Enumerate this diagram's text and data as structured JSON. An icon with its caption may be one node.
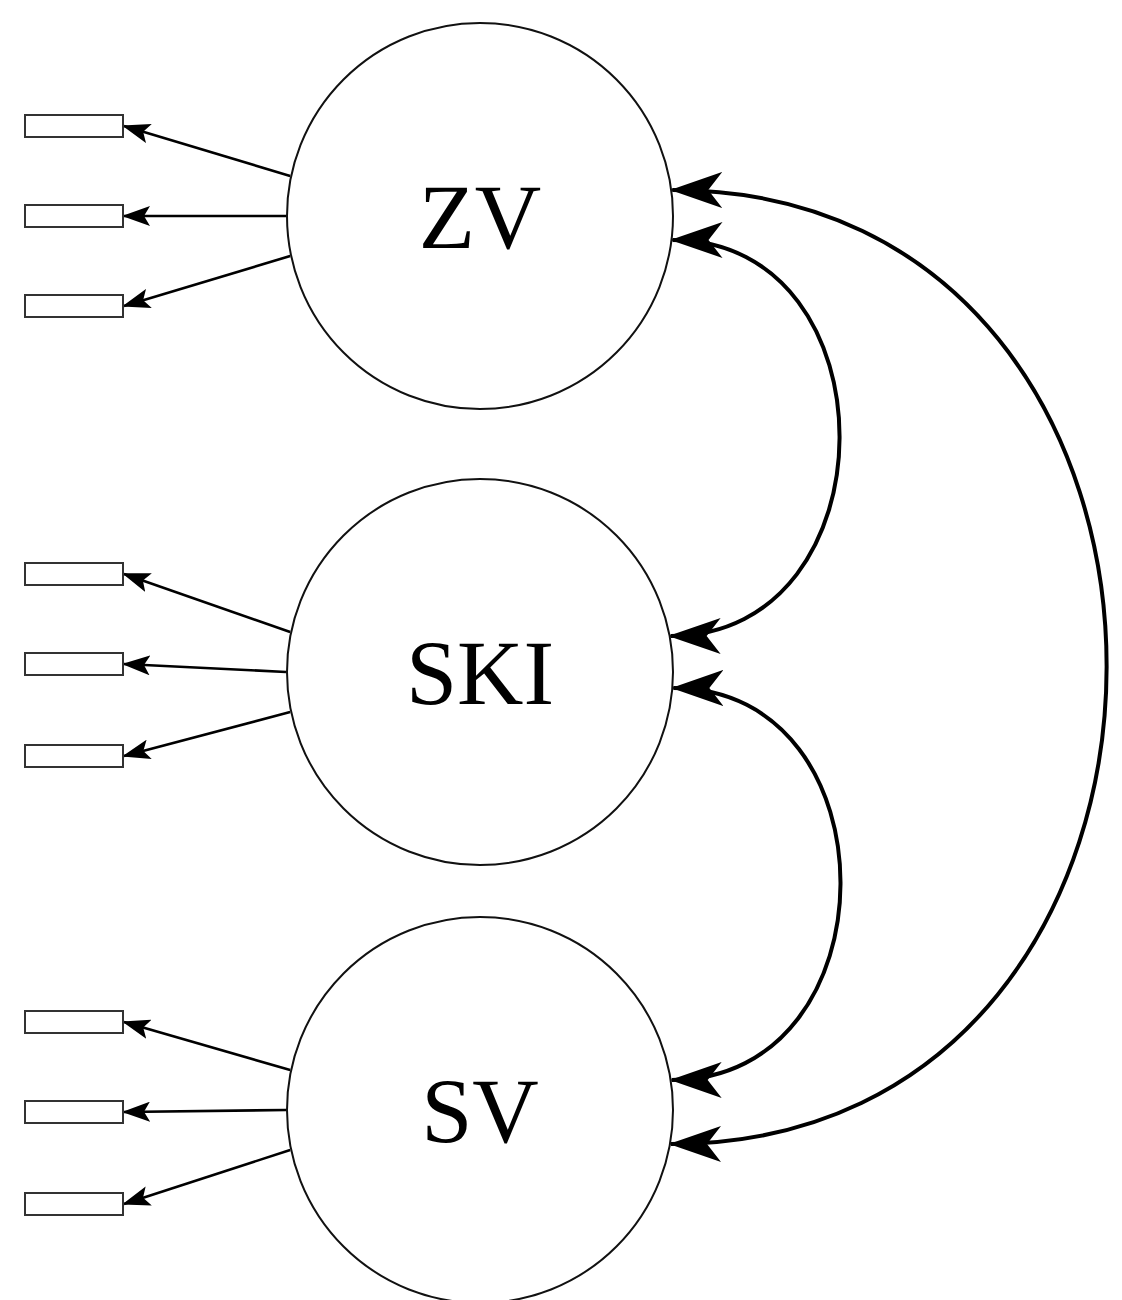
{
  "diagram": {
    "nodes": [
      {
        "text": [
          "ZV"
        ]
      },
      {
        "text": [
          "SKI"
        ]
      },
      {
        "text": [
          "SV"
        ]
      },
      {
        "text": [],
        "shape": "box"
      },
      {
        "text": [],
        "shape": "box"
      },
      {
        "text": [],
        "shape": "box"
      },
      {
        "text": [],
        "shape": "box"
      },
      {
        "text": [],
        "shape": "box"
      },
      {
        "text": [],
        "shape": "box"
      },
      {
        "text": [],
        "shape": "box"
      },
      {
        "text": [],
        "shape": "box"
      },
      {
        "text": [],
        "shape": "box"
      }
    ],
    "edges": [
      {
        "from": 0,
        "to": 3,
        "arrow": "to"
      },
      {
        "from": 0,
        "to": 4,
        "arrow": "to"
      },
      {
        "from": 0,
        "to": 5,
        "arrow": "to"
      },
      {
        "from": 1,
        "to": 6,
        "arrow": "to"
      },
      {
        "from": 1,
        "to": 7,
        "arrow": "to"
      },
      {
        "from": 1,
        "to": 8,
        "arrow": "to"
      },
      {
        "from": 2,
        "to": 9,
        "arrow": "to"
      },
      {
        "from": 2,
        "to": 10,
        "arrow": "to"
      },
      {
        "from": 2,
        "to": 11,
        "arrow": "to"
      },
      {
        "from": 0,
        "to": 1,
        "arrow": "both"
      },
      {
        "from": 1,
        "to": 2,
        "arrow": "both"
      },
      {
        "from": 0,
        "to": 2,
        "arrow": "both"
      }
    ]
  }
}
